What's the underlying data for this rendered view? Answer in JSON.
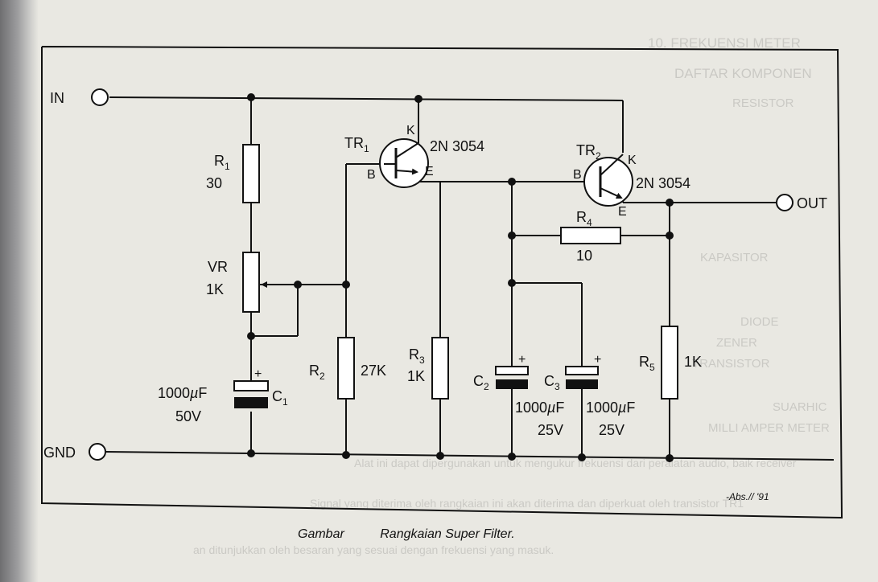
{
  "ghost_text": {
    "t1": "10.  FREKUENSI METER",
    "t2": "DAFTAR KOMPONEN",
    "t3": "RESISTOR",
    "t4": "KAPASITOR",
    "t5": "DIODE",
    "t6": "ZENER",
    "t7": "TRANSISTOR",
    "t8": "SUARHIC",
    "t9": "MILLI AMPER METER",
    "t10": "Alat ini dapat dipergunakan untuk mengukur frekuensi dari peralatan audio, baik receiver",
    "t11": "Signal yang diterima oleh rangkaian ini akan diterima dan diperkuat oleh transistor TR1",
    "t12": "an ditunjukkan oleh besaran yang sesuai dengan frekuensi yang masuk."
  },
  "terminals": {
    "in": "IN",
    "gnd": "GND",
    "out": "OUT"
  },
  "components": {
    "r1": {
      "name": "R",
      "sub": "1",
      "value": "30"
    },
    "vr": {
      "name": "VR",
      "value": "1K"
    },
    "c1": {
      "name": "C",
      "sub": "1",
      "value": "1000",
      "unit": "F",
      "voltage": "50V",
      "plus": "+"
    },
    "r2": {
      "name": "R",
      "sub": "2",
      "value": "27K"
    },
    "tr1": {
      "name": "TR",
      "sub": "1",
      "part": "2N 3054",
      "b": "B",
      "e": "E",
      "k": "K"
    },
    "tr2": {
      "name": "TR",
      "sub": "2",
      "part": "2N 3054",
      "b": "B",
      "e": "E",
      "k": "K"
    },
    "r3": {
      "name": "R",
      "sub": "3",
      "value": "1K"
    },
    "r4": {
      "name": "R",
      "sub": "4",
      "value": "10"
    },
    "c2": {
      "name": "C",
      "sub": "2",
      "value": "1000",
      "unit": "F",
      "voltage": "25V",
      "plus": "+"
    },
    "c3": {
      "name": "C",
      "sub": "3",
      "value": "1000",
      "unit": "F",
      "voltage": "25V",
      "plus": "+"
    },
    "r5": {
      "name": "R",
      "sub": "5",
      "value": "1K"
    }
  },
  "micro_symbol": "µ",
  "signature": "-Abs.// '91",
  "caption": {
    "label": "Gambar",
    "title": "Rangkaian Super Filter."
  }
}
